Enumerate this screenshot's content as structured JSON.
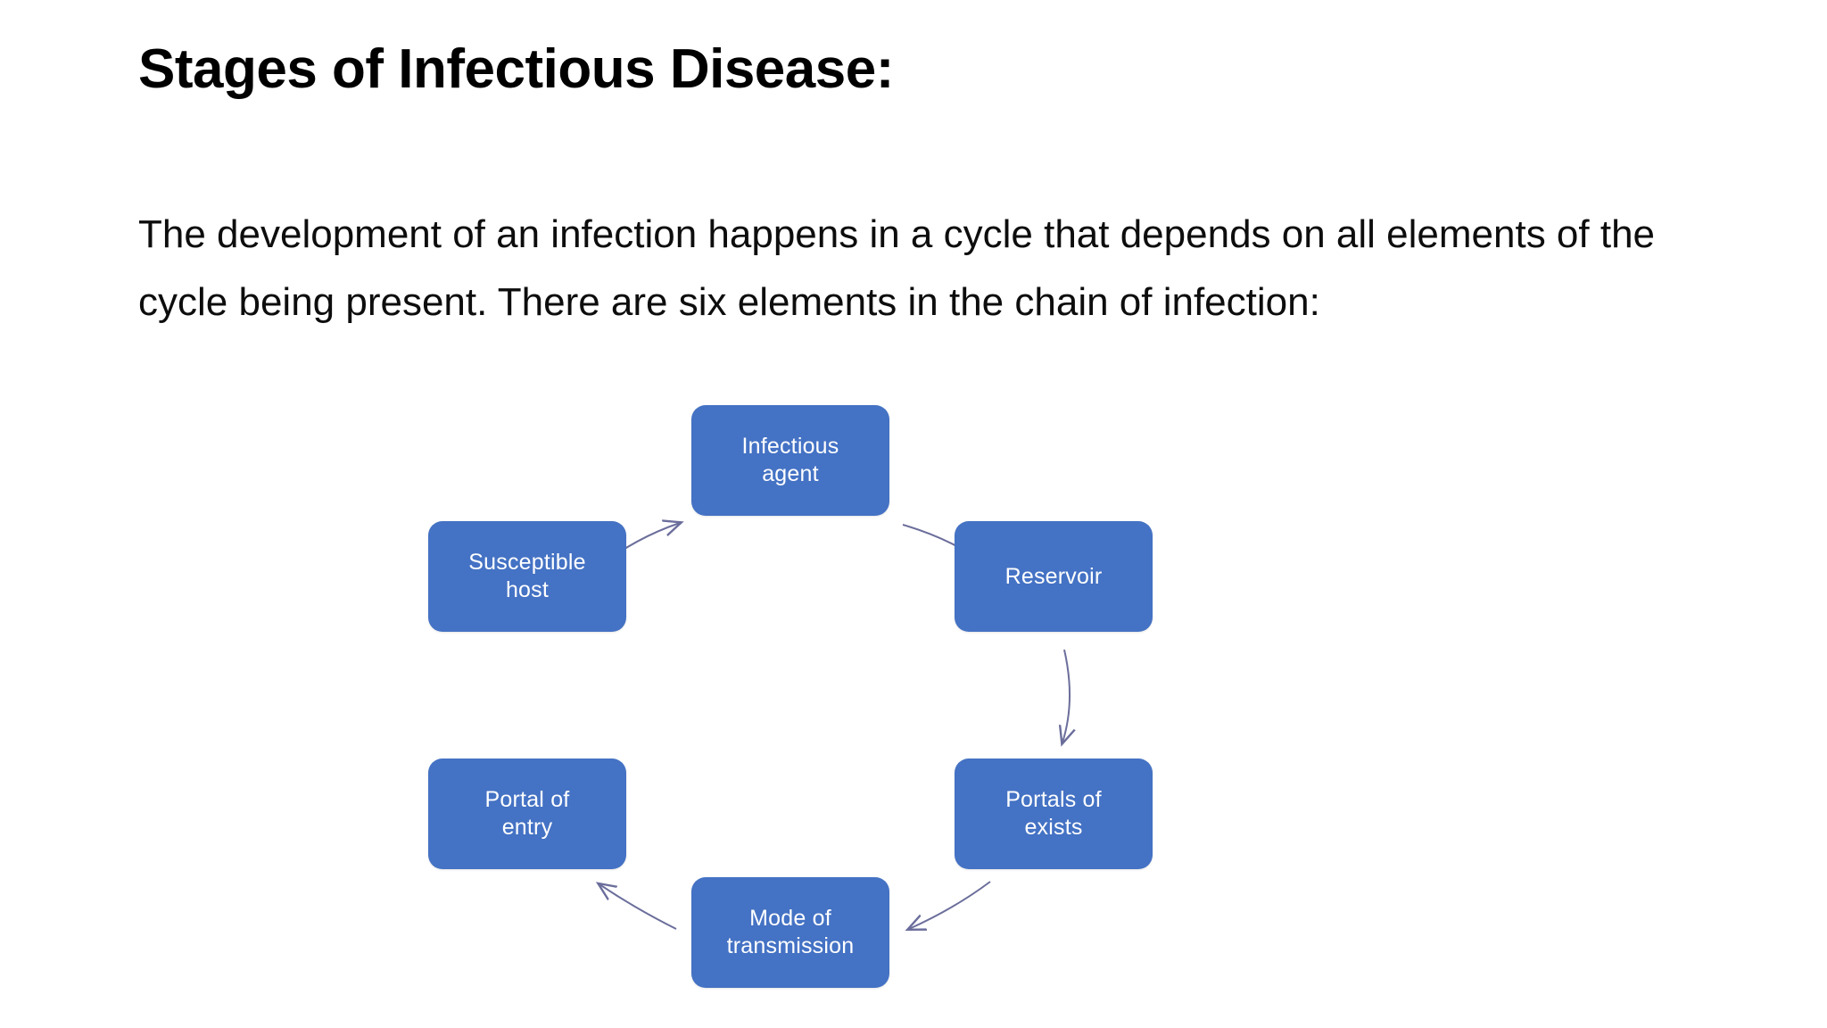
{
  "slide": {
    "title": "Stages of Infectious Disease:",
    "body_text": "The development of an infection happens in a cycle that depends on all elements of the cycle being present. There are six elements in the chain of infection:",
    "background_color": "#FFFFFF",
    "text_color": "#000000"
  },
  "diagram": {
    "name": "chain-of-infection-cycle",
    "node_color": "#4472C4",
    "node_text_color": "#FFFFFF",
    "arrow_color": "#6B6E9B",
    "nodes": [
      {
        "id": "infectious-agent",
        "label": "Infectious\nagent"
      },
      {
        "id": "reservoir",
        "label": "Reservoir"
      },
      {
        "id": "portals-of-exists",
        "label": "Portals of\nexists"
      },
      {
        "id": "mode-of-transmission",
        "label": "Mode of\ntransmission"
      },
      {
        "id": "portal-of-entry",
        "label": "Portal of\nentry"
      },
      {
        "id": "susceptible-host",
        "label": "Susceptible\nhost"
      }
    ],
    "arrows": [
      {
        "from": "infectious-agent",
        "to": "reservoir"
      },
      {
        "from": "reservoir",
        "to": "portals-of-exists"
      },
      {
        "from": "portals-of-exists",
        "to": "mode-of-transmission"
      },
      {
        "from": "mode-of-transmission",
        "to": "portal-of-entry"
      },
      {
        "from": "portal-of-entry",
        "to": "susceptible-host"
      },
      {
        "from": "susceptible-host",
        "to": "infectious-agent"
      }
    ]
  }
}
